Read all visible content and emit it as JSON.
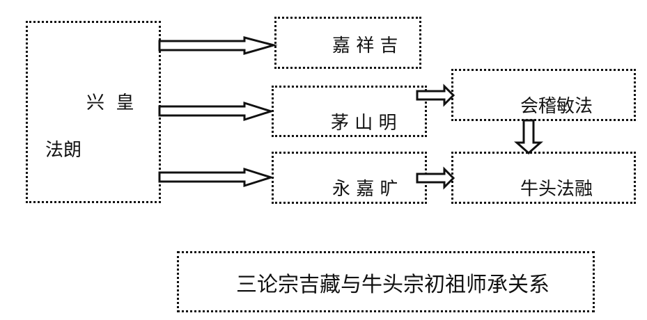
{
  "diagram": {
    "nodes": [
      {
        "id": "xinghuang",
        "line1": "兴  皇",
        "line2": "法朗"
      },
      {
        "id": "jixiang",
        "label": "嘉 祥 吉"
      },
      {
        "id": "maoshan",
        "label": "茅 山 明"
      },
      {
        "id": "yongjia",
        "label": "永 嘉 旷"
      },
      {
        "id": "kuaiji",
        "label": "会稽敏法"
      },
      {
        "id": "niutou",
        "label": "牛头法融"
      }
    ],
    "edges": [
      {
        "from": "xinghuang",
        "to": "jixiang"
      },
      {
        "from": "xinghuang",
        "to": "maoshan"
      },
      {
        "from": "xinghuang",
        "to": "yongjia"
      },
      {
        "from": "maoshan",
        "to": "kuaiji"
      },
      {
        "from": "yongjia",
        "to": "niutou"
      },
      {
        "from": "kuaiji",
        "to": "niutou"
      }
    ],
    "caption": "三论宗吉藏与牛头宗初祖师承关系"
  }
}
